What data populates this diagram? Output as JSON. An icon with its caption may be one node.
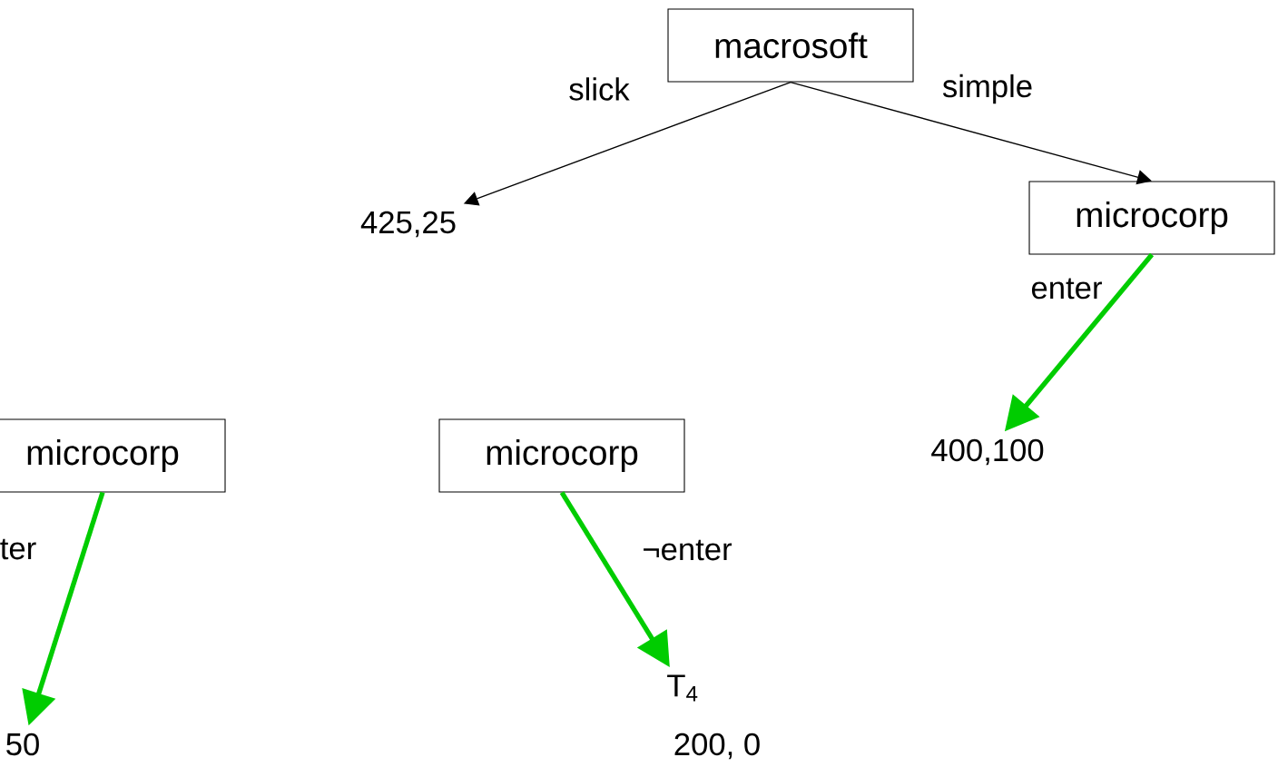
{
  "diagram": {
    "nodes": [
      {
        "text": [
          "macrosoft"
        ]
      },
      {
        "text": [
          "425,25"
        ]
      },
      {
        "text": [
          "microcorp"
        ]
      },
      {
        "text": [
          "400,100"
        ]
      },
      {
        "text": [
          "microcorp"
        ]
      },
      {
        "text": [
          "50"
        ]
      },
      {
        "text": [
          "microcorp"
        ]
      },
      {
        "text": [
          "T$_{4}$"
        ],
        "beside": [
          "200, 0"
        ]
      }
    ],
    "edges": [
      {
        "from": 0,
        "to": 1,
        "arrow": "to",
        "label": "slick",
        "color": "#000000"
      },
      {
        "from": 0,
        "to": 2,
        "arrow": "to",
        "label": "simple",
        "color": "#000000"
      },
      {
        "from": 2,
        "to": 3,
        "arrow": "to",
        "label": "enter"
      },
      {
        "from": 4,
        "to": 5,
        "arrow": "to",
        "label": "ter"
      },
      {
        "from": 6,
        "to": 7,
        "arrow": "to",
        "label": "¬enter"
      }
    ]
  }
}
